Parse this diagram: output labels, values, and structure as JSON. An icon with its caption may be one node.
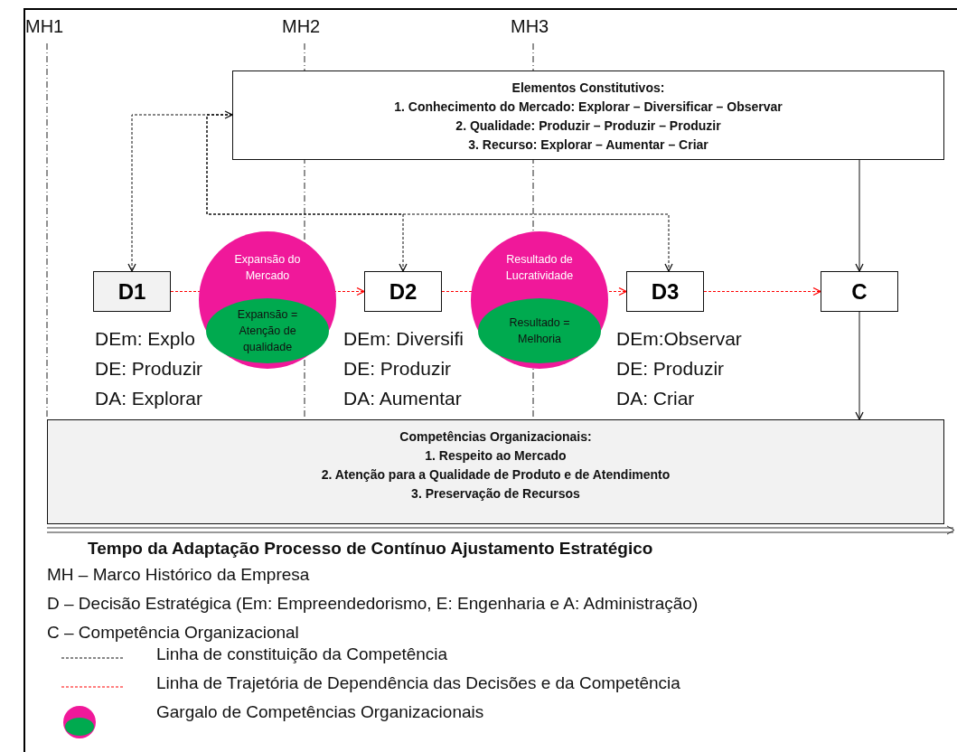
{
  "diagram": {
    "nodes": [
      {
        "text": [
          "Elementos Constitutivos:",
          "1. Conhecimento do Mercado: Explorar – Diversificar – Observar",
          "2. Qualidade: Produzir – Produzir – Produzir",
          "3. Recurso: Explorar – Aumentar – Criar"
        ]
      },
      {
        "text": [
          "D1"
        ]
      },
      {
        "text": [
          "Expansão do Mercado"
        ]
      },
      {
        "text": [
          "Expansão = Atenção de qualidade"
        ],
        "in": 2
      },
      {
        "text": [
          "D2"
        ]
      },
      {
        "text": [
          "Resultado de Lucratividade"
        ]
      },
      {
        "text": [
          "Resultado = Melhoria"
        ],
        "in": 5
      },
      {
        "text": [
          "D3"
        ]
      },
      {
        "text": [
          "C"
        ]
      },
      {
        "text": [
          "Competências Organizacionais:",
          "1. Respeito ao Mercado",
          "2. Atenção para a Qualidade de Produto e de Atendimento",
          "3. Preservação de Recursos"
        ]
      }
    ],
    "edges": [
      {
        "from": 0,
        "to": 1,
        "arrow": "both",
        "style": "dashed"
      },
      {
        "from": 0,
        "to": 4,
        "arrow": "to",
        "style": "dashed"
      },
      {
        "from": 0,
        "to": 7,
        "arrow": "to",
        "style": "dashed"
      },
      {
        "from": 0,
        "to": 8,
        "arrow": "to"
      },
      {
        "from": 1,
        "to": 4,
        "arrow": "to",
        "style": "dashed",
        "color": "#ff0000"
      },
      {
        "from": 4,
        "to": 7,
        "arrow": "to",
        "style": "dashed",
        "color": "#ff0000"
      },
      {
        "from": 7,
        "to": 8,
        "arrow": "to",
        "style": "dashed",
        "color": "#ff0000"
      },
      {
        "from": 8,
        "to": 9,
        "arrow": "to"
      }
    ],
    "labels": [
      "MH1",
      "MH2",
      "MH3",
      "DEm: Explo",
      "DEm: Diversifi",
      "DEm:Observar",
      "DE: Produzir",
      "DE: Produzir",
      "DE: Produzir",
      "DA: Explorar",
      "DA: Aumentar",
      "DA: Criar",
      "Tempo da Adaptação Processo de Contínuo Ajustamento Estratégico",
      "MH – Marco Histórico da Empresa",
      "D – Decisão Estratégica (Em: Empreendedorismo, E: Engenharia e A: Administração)",
      "C – Competência Organizacional"
    ],
    "legend": [
      {
        "text": "Linha de constituição da Competência"
      },
      {
        "text": "Linha de Trajetória de Dependência das Decisões e da Competência"
      },
      {
        "text": "Gargalo de Competências Organizacionais"
      }
    ]
  }
}
